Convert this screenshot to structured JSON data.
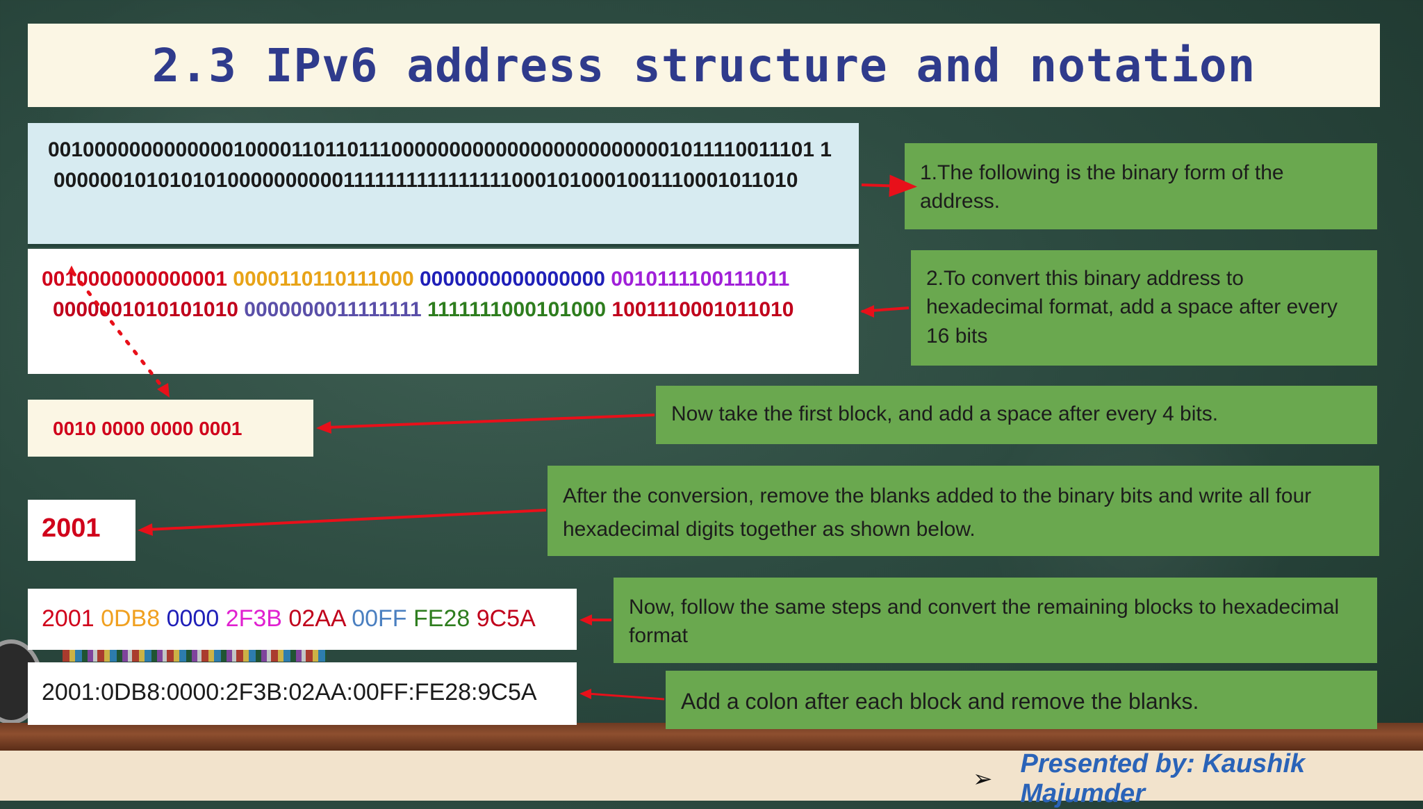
{
  "title": "2.3 IPv6 address structure and notation",
  "binary": {
    "line1": "0010000000000000100001101101110000000000000000000000001011110011101 1",
    "line2": "000000101010101000000000011111111111111110001010001001110001011010"
  },
  "split": {
    "line1": [
      {
        "text": "0010000000000001",
        "color": "#d0021b"
      },
      {
        "text": "0000110110111000",
        "color": "#e8a317"
      },
      {
        "text": "0000000000000000",
        "color": "#1f1fb8"
      },
      {
        "text": "0010111100111011",
        "color": "#a020d8"
      }
    ],
    "line2": [
      {
        "text": "0000001010101010",
        "color": "#c0001b"
      },
      {
        "text": "0000000011111111",
        "color": "#5a4fa8"
      },
      {
        "text": "1111111000101000",
        "color": "#2e7d1e"
      },
      {
        "text": "1001110001011010",
        "color": "#c0001b"
      }
    ]
  },
  "block": "0010 0000 0000 0001",
  "hex_first": "2001",
  "hex_blocks": [
    {
      "text": "2001",
      "color": "#d0021b"
    },
    {
      "text": "0DB8",
      "color": "#f0a020"
    },
    {
      "text": "0000",
      "color": "#1f1fb8"
    },
    {
      "text": "2F3B",
      "color": "#e020d0"
    },
    {
      "text": "02AA",
      "color": "#c0001b"
    },
    {
      "text": "00FF",
      "color": "#4a7fc0"
    },
    {
      "text": "FE28",
      "color": "#2e7d1e"
    },
    {
      "text": "9C5A",
      "color": "#c0001b"
    }
  ],
  "final_address": "2001:0DB8:0000:2F3B:02AA:00FF:FE28:9C5A",
  "notes": {
    "n1": "1.The following is the binary form of the address.",
    "n2": "2.To convert this binary address to hexadecimal format, add a space after every 16 bits",
    "n3": "Now take the first block, and add a space after every 4 bits.",
    "n4": "After the conversion, remove the blanks added to the binary bits and write all four hexadecimal digits together as shown below.",
    "n5": "Now, follow the same steps and convert the remaining blocks to hexadecimal format",
    "n6": "Add a colon after each block and remove the blanks."
  },
  "footer": {
    "arrow": "➢",
    "presented_by": "Presented by: Kaushik Majumder"
  },
  "colors": {
    "note_green": "#6aa84f",
    "arrow_red": "#e8101a",
    "title_blue": "#2f3b8c"
  }
}
